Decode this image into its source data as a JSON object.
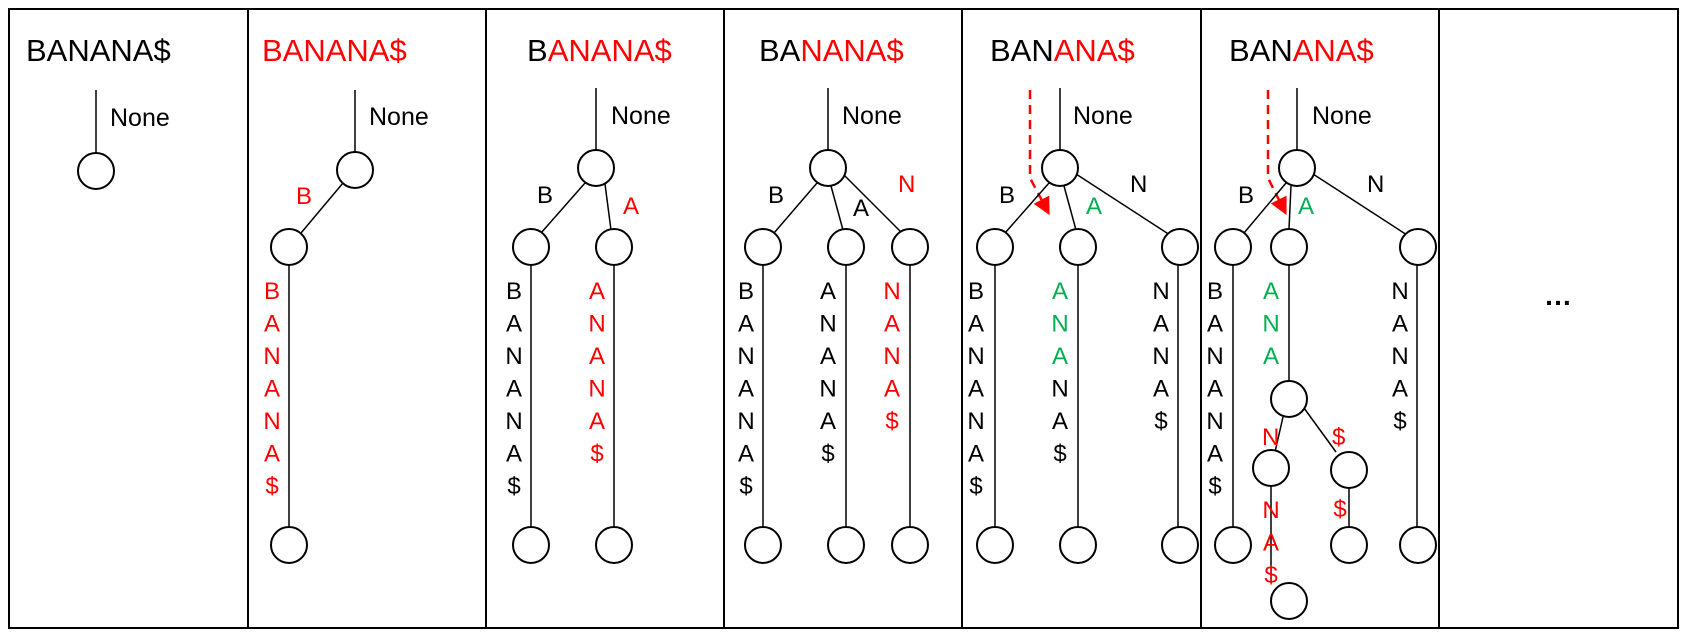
{
  "colors": {
    "black": "#000000",
    "red": "#ff0000",
    "green": "#00b050"
  },
  "ellipsis": "…",
  "panels": [
    {
      "header": [
        {
          "text": "BANANA$",
          "color": "black"
        }
      ],
      "none_label": "None",
      "edge_labels": [],
      "columns": []
    },
    {
      "header": [
        {
          "text": "BANANA$",
          "color": "red"
        }
      ],
      "none_label": "None",
      "edge_labels": [
        {
          "text": "B",
          "color": "red"
        }
      ],
      "columns": [
        {
          "chars": [
            "B",
            "A",
            "N",
            "A",
            "N",
            "A",
            "$"
          ],
          "colors": [
            "red",
            "red",
            "red",
            "red",
            "red",
            "red",
            "red"
          ]
        }
      ]
    },
    {
      "header": [
        {
          "text": "B",
          "color": "black"
        },
        {
          "text": "ANANA$",
          "color": "red"
        }
      ],
      "none_label": "None",
      "edge_labels": [
        {
          "text": "B",
          "color": "black"
        },
        {
          "text": "A",
          "color": "red"
        }
      ],
      "columns": [
        {
          "chars": [
            "B",
            "A",
            "N",
            "A",
            "N",
            "A",
            "$"
          ],
          "colors": [
            "black",
            "black",
            "black",
            "black",
            "black",
            "black",
            "black"
          ]
        },
        {
          "chars": [
            "A",
            "N",
            "A",
            "N",
            "A",
            "$"
          ],
          "colors": [
            "red",
            "red",
            "red",
            "red",
            "red",
            "red"
          ]
        }
      ]
    },
    {
      "header": [
        {
          "text": "BA",
          "color": "black"
        },
        {
          "text": "NANA$",
          "color": "red"
        }
      ],
      "none_label": "None",
      "edge_labels": [
        {
          "text": "B",
          "color": "black"
        },
        {
          "text": "A",
          "color": "black"
        },
        {
          "text": "N",
          "color": "red"
        }
      ],
      "columns": [
        {
          "chars": [
            "B",
            "A",
            "N",
            "A",
            "N",
            "A",
            "$"
          ],
          "colors": [
            "black",
            "black",
            "black",
            "black",
            "black",
            "black",
            "black"
          ]
        },
        {
          "chars": [
            "A",
            "N",
            "A",
            "N",
            "A",
            "$"
          ],
          "colors": [
            "black",
            "black",
            "black",
            "black",
            "black",
            "black"
          ]
        },
        {
          "chars": [
            "N",
            "A",
            "N",
            "A",
            "$"
          ],
          "colors": [
            "red",
            "red",
            "red",
            "red",
            "red"
          ]
        }
      ]
    },
    {
      "header": [
        {
          "text": "BAN",
          "color": "black"
        },
        {
          "text": "ANA$",
          "color": "red"
        }
      ],
      "none_label": "None",
      "edge_labels": [
        {
          "text": "B",
          "color": "black"
        },
        {
          "text": "A",
          "color": "green"
        },
        {
          "text": "N",
          "color": "black"
        }
      ],
      "columns": [
        {
          "chars": [
            "B",
            "A",
            "N",
            "A",
            "N",
            "A",
            "$"
          ],
          "colors": [
            "black",
            "black",
            "black",
            "black",
            "black",
            "black",
            "black"
          ]
        },
        {
          "chars": [
            "A",
            "N",
            "A",
            "N",
            "A",
            "$"
          ],
          "colors": [
            "green",
            "green",
            "green",
            "black",
            "black",
            "black"
          ]
        },
        {
          "chars": [
            "N",
            "A",
            "N",
            "A",
            "$"
          ],
          "colors": [
            "black",
            "black",
            "black",
            "black",
            "black"
          ]
        }
      ]
    },
    {
      "header": [
        {
          "text": "BAN",
          "color": "black"
        },
        {
          "text": "ANA$",
          "color": "red"
        }
      ],
      "none_label": "None",
      "edge_labels": [
        {
          "text": "B",
          "color": "black"
        },
        {
          "text": "A",
          "color": "green"
        },
        {
          "text": "N",
          "color": "black"
        },
        {
          "text": "N",
          "color": "red"
        },
        {
          "text": "$",
          "color": "red"
        }
      ],
      "columns": [
        {
          "chars": [
            "B",
            "A",
            "N",
            "A",
            "N",
            "A",
            "$"
          ],
          "colors": [
            "black",
            "black",
            "black",
            "black",
            "black",
            "black",
            "black"
          ]
        },
        {
          "chars": [
            "A",
            "N",
            "A"
          ],
          "colors": [
            "green",
            "green",
            "green"
          ]
        },
        {
          "chars": [
            "N",
            "A",
            "N",
            "A",
            "$"
          ],
          "colors": [
            "black",
            "black",
            "black",
            "black",
            "black"
          ]
        },
        {
          "chars": [
            "N",
            "A",
            "$"
          ],
          "colors": [
            "red",
            "red",
            "red"
          ]
        },
        {
          "chars": [
            "$"
          ],
          "colors": [
            "red"
          ]
        }
      ]
    }
  ]
}
